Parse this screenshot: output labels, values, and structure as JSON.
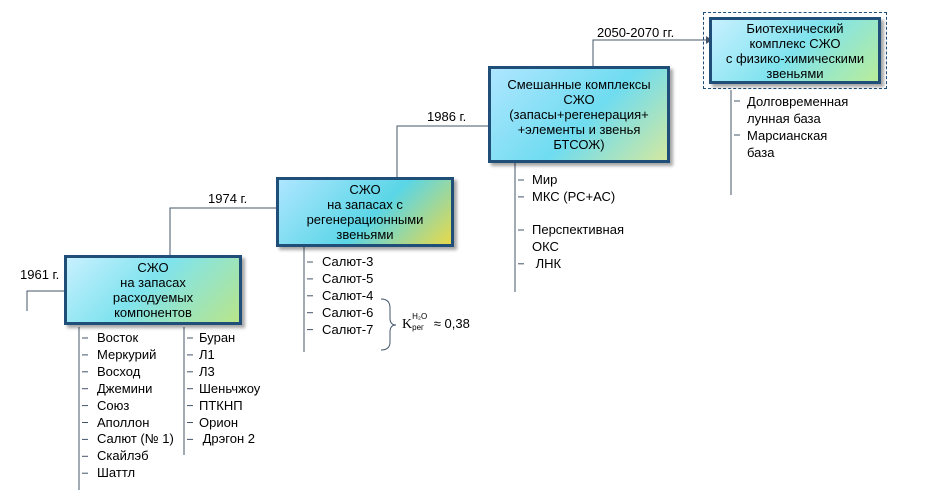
{
  "stages": [
    {
      "year": "1961 г.",
      "title": "СЖО\nна запасах\nрасходуемых\nкомпонентов"
    },
    {
      "year": "1974 г.",
      "title": "СЖО\nна запасах с\nрегенерационными\nзвеньями"
    },
    {
      "year": "1986 г.",
      "title": "Смешанные комплексы\nСЖО\n(запасы+регенерация+\n+элементы и звенья\nБТСОЖ)"
    },
    {
      "year": "2050-2070 гг.",
      "title": "Биотехнический\nкомплекс СЖО\nс физико-химическими\nзвеньями"
    }
  ],
  "lists": {
    "stage1_col1": [
      "Восток",
      "Меркурий",
      "Восход",
      "Джемини",
      "Союз",
      "Аполлон",
      "Салют (№ 1)",
      "Скайлэб",
      "Шаттл"
    ],
    "stage1_col2": [
      "Буран",
      "Л1",
      "Л3",
      "Шеньчжоу",
      "ПТКНП",
      "Орион",
      " Дрэгон 2"
    ],
    "stage2": [
      "Салют-3",
      "Салют-5",
      "Салют-4",
      "Салют-6",
      "Салют-7"
    ],
    "stage3_a": [
      "Мир",
      "МКС (РС+АС)"
    ],
    "stage3_b": [
      "Перспективная\nОКС",
      " ЛНК"
    ],
    "stage4": [
      "Долговременная\nлунная база",
      "Марсианская\nбаза"
    ]
  },
  "formula": {
    "symbol": "K",
    "superscript": "H₂O",
    "subscript": "рег",
    "relation": "≈",
    "value": "0,38"
  },
  "colors": {
    "border": "#1f4e79",
    "line": "#44546a"
  }
}
